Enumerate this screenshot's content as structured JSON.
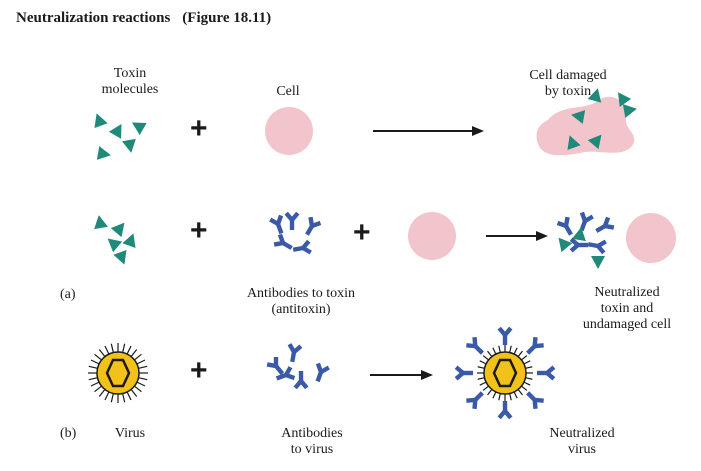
{
  "title": "Neutralization reactions",
  "figure_ref": "(Figure 18.11)",
  "colors": {
    "toxin": "#1f8a7a",
    "cell": "#f2c4cc",
    "antibody": "#3a5aa8",
    "virus_fill": "#f2c21a",
    "virus_outline": "#1a1a1a",
    "arrow": "#1a1a1a"
  },
  "panel_a": {
    "marker": "(a)",
    "row1": {
      "toxin_label": "Toxin\nmolecules",
      "cell_label": "Cell",
      "result_label": "Cell damaged\nby toxin",
      "plus": "+"
    },
    "row2": {
      "plus1": "+",
      "plus2": "+",
      "antibody_label": "Antibodies to toxin\n(antitoxin)",
      "result_label": "Neutralized\ntoxin and\nundamaged cell"
    }
  },
  "panel_b": {
    "marker": "(b)",
    "virus_label": "Virus",
    "plus": "+",
    "antibody_label": "Antibodies\nto virus",
    "result_label": "Neutralized\nvirus"
  }
}
